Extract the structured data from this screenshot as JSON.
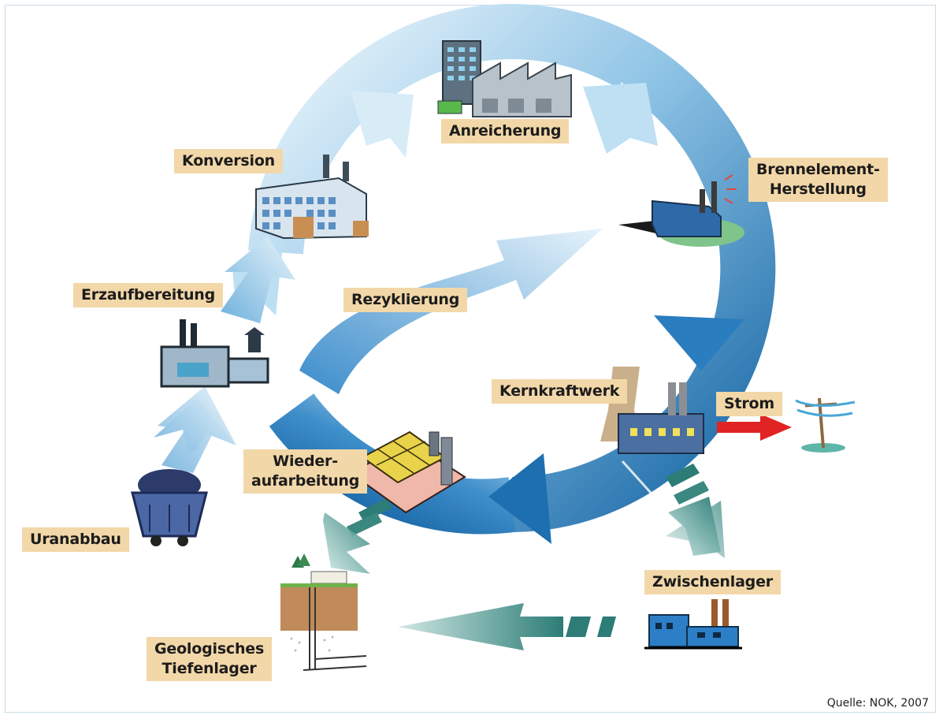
{
  "labels": {
    "anreicherung": "Anreicherung",
    "konversion": "Konversion",
    "brennelement": "Brennelement-\nHerstellung",
    "erzaufbereitung": "Erzaufbereitung",
    "rezyklierung": "Rezyklierung",
    "kernkraftwerk": "Kernkraftwerk",
    "strom": "Strom",
    "wiederaufarbeitung": "Wieder-\naufarbeitung",
    "uranabbau": "Uranabbau",
    "zwischenlager": "Zwischenlager",
    "tiefenlager": "Geologisches\nTiefenlager"
  },
  "source": "Quelle: NOK, 2007",
  "colors": {
    "label_bg": "#f2d7a8",
    "cycle_light": "#e3f1fa",
    "cycle_dark": "#1767a6",
    "waste_arrow": "#2e7f78",
    "strom_arrow": "#e02424"
  }
}
